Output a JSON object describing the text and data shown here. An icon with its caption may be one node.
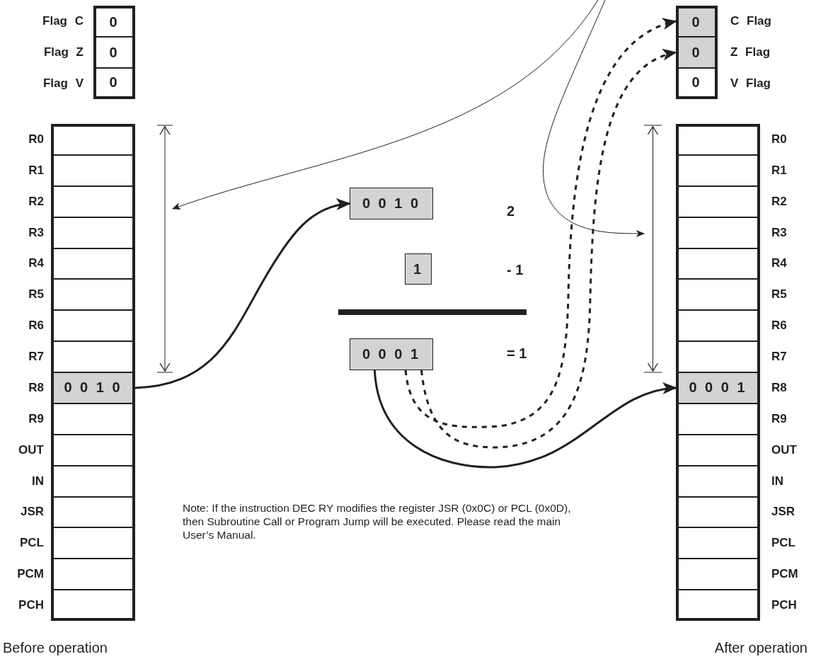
{
  "diagram": {
    "nodes": [
      {
        "text": [],
        "shape": "box"
      },
      {
        "text": [
          "0"
        ],
        "in": 0,
        "beside": [
          "Flag C"
        ]
      },
      {
        "text": [
          "0"
        ],
        "in": 0,
        "beside": [
          "Flag Z"
        ]
      },
      {
        "text": [
          "0"
        ],
        "in": 0,
        "beside": [
          "Flag V"
        ]
      },
      {
        "text": [],
        "shape": "box"
      },
      {
        "text": [],
        "shape": "box",
        "in": 4,
        "beside": [
          "R0"
        ]
      },
      {
        "text": [],
        "shape": "box",
        "in": 4,
        "beside": [
          "R1"
        ]
      },
      {
        "text": [],
        "shape": "box",
        "in": 4,
        "beside": [
          "R2"
        ]
      },
      {
        "text": [],
        "shape": "box",
        "in": 4,
        "beside": [
          "R3"
        ]
      },
      {
        "text": [],
        "shape": "box",
        "in": 4,
        "beside": [
          "R4"
        ]
      },
      {
        "text": [],
        "shape": "box",
        "in": 4,
        "beside": [
          "R5"
        ]
      },
      {
        "text": [],
        "shape": "box",
        "in": 4,
        "beside": [
          "R6"
        ]
      },
      {
        "text": [],
        "shape": "box",
        "in": 4,
        "beside": [
          "R7"
        ]
      },
      {
        "text": [
          "0 0 1 0"
        ],
        "in": 4,
        "beside": [
          "R8"
        ]
      },
      {
        "text": [],
        "shape": "box",
        "in": 4,
        "beside": [
          "R9"
        ]
      },
      {
        "text": [],
        "shape": "box",
        "in": 4,
        "beside": [
          "OUT"
        ]
      },
      {
        "text": [],
        "shape": "box",
        "in": 4,
        "beside": [
          "IN"
        ]
      },
      {
        "text": [],
        "shape": "box",
        "in": 4,
        "beside": [
          "JSR"
        ]
      },
      {
        "text": [],
        "shape": "box",
        "in": 4,
        "beside": [
          "PCL"
        ]
      },
      {
        "text": [],
        "shape": "box",
        "in": 4,
        "beside": [
          "PCM"
        ]
      },
      {
        "text": [],
        "shape": "box",
        "in": 4,
        "beside": [
          "PCH"
        ]
      },
      {
        "text": [],
        "shape": "bracket"
      },
      {
        "text": [
          "0 0 1 0"
        ]
      },
      {
        "text": [
          "1"
        ]
      },
      {
        "text": [
          "0 0 0 1"
        ]
      },
      {
        "text": [],
        "shape": "box"
      },
      {
        "text": [
          "0"
        ],
        "in": 25,
        "beside": [
          "C Flag"
        ]
      },
      {
        "text": [
          "0"
        ],
        "in": 25,
        "beside": [
          "Z Flag"
        ]
      },
      {
        "text": [
          "0"
        ],
        "in": 25,
        "beside": [
          "V Flag"
        ]
      },
      {
        "text": [],
        "shape": "box"
      },
      {
        "text": [],
        "shape": "box",
        "in": 29,
        "beside": [
          "R0"
        ]
      },
      {
        "text": [],
        "shape": "box",
        "in": 29,
        "beside": [
          "R1"
        ]
      },
      {
        "text": [],
        "shape": "box",
        "in": 29,
        "beside": [
          "R2"
        ]
      },
      {
        "text": [],
        "shape": "box",
        "in": 29,
        "beside": [
          "R3"
        ]
      },
      {
        "text": [],
        "shape": "box",
        "in": 29,
        "beside": [
          "R4"
        ]
      },
      {
        "text": [],
        "shape": "box",
        "in": 29,
        "beside": [
          "R5"
        ]
      },
      {
        "text": [],
        "shape": "box",
        "in": 29,
        "beside": [
          "R6"
        ]
      },
      {
        "text": [],
        "shape": "box",
        "in": 29,
        "beside": [
          "R7"
        ]
      },
      {
        "text": [
          "0 0 0 1"
        ],
        "in": 29,
        "beside": [
          "R8"
        ]
      },
      {
        "text": [],
        "shape": "box",
        "in": 29,
        "beside": [
          "R9"
        ]
      },
      {
        "text": [],
        "shape": "box",
        "in": 29,
        "beside": [
          "OUT"
        ]
      },
      {
        "text": [],
        "shape": "box",
        "in": 29,
        "beside": [
          "IN"
        ]
      },
      {
        "text": [],
        "shape": "box",
        "in": 29,
        "beside": [
          "JSR"
        ]
      },
      {
        "text": [],
        "shape": "box",
        "in": 29,
        "beside": [
          "PCL"
        ]
      },
      {
        "text": [],
        "shape": "box",
        "in": 29,
        "beside": [
          "PCM"
        ]
      },
      {
        "text": [],
        "shape": "box",
        "in": 29,
        "beside": [
          "PCH"
        ]
      },
      {
        "text": [],
        "shape": "bracket"
      }
    ],
    "edges": [
      {
        "from": 13,
        "to": 22,
        "arrow": "to"
      },
      {
        "from": 24,
        "to": 38,
        "arrow": "to"
      },
      {
        "from": 24,
        "to": 26,
        "arrow": "to",
        "style": "dashed"
      },
      {
        "from": 24,
        "to": 27,
        "arrow": "to",
        "style": "dashed"
      },
      {
        "from": null,
        "to": 21,
        "arrow": "to"
      },
      {
        "from": null,
        "to": 46,
        "arrow": "to"
      }
    ],
    "labels": [
      "2",
      "- 1",
      "= 1",
      "Note: If the instruction DEC RY modifies the register JSR (0x0C) or PCL (0x0D), then Subroutine Call or Program Jump will be executed. Please read the main User’s Manual.",
      "Before operation",
      "After operation"
    ]
  }
}
